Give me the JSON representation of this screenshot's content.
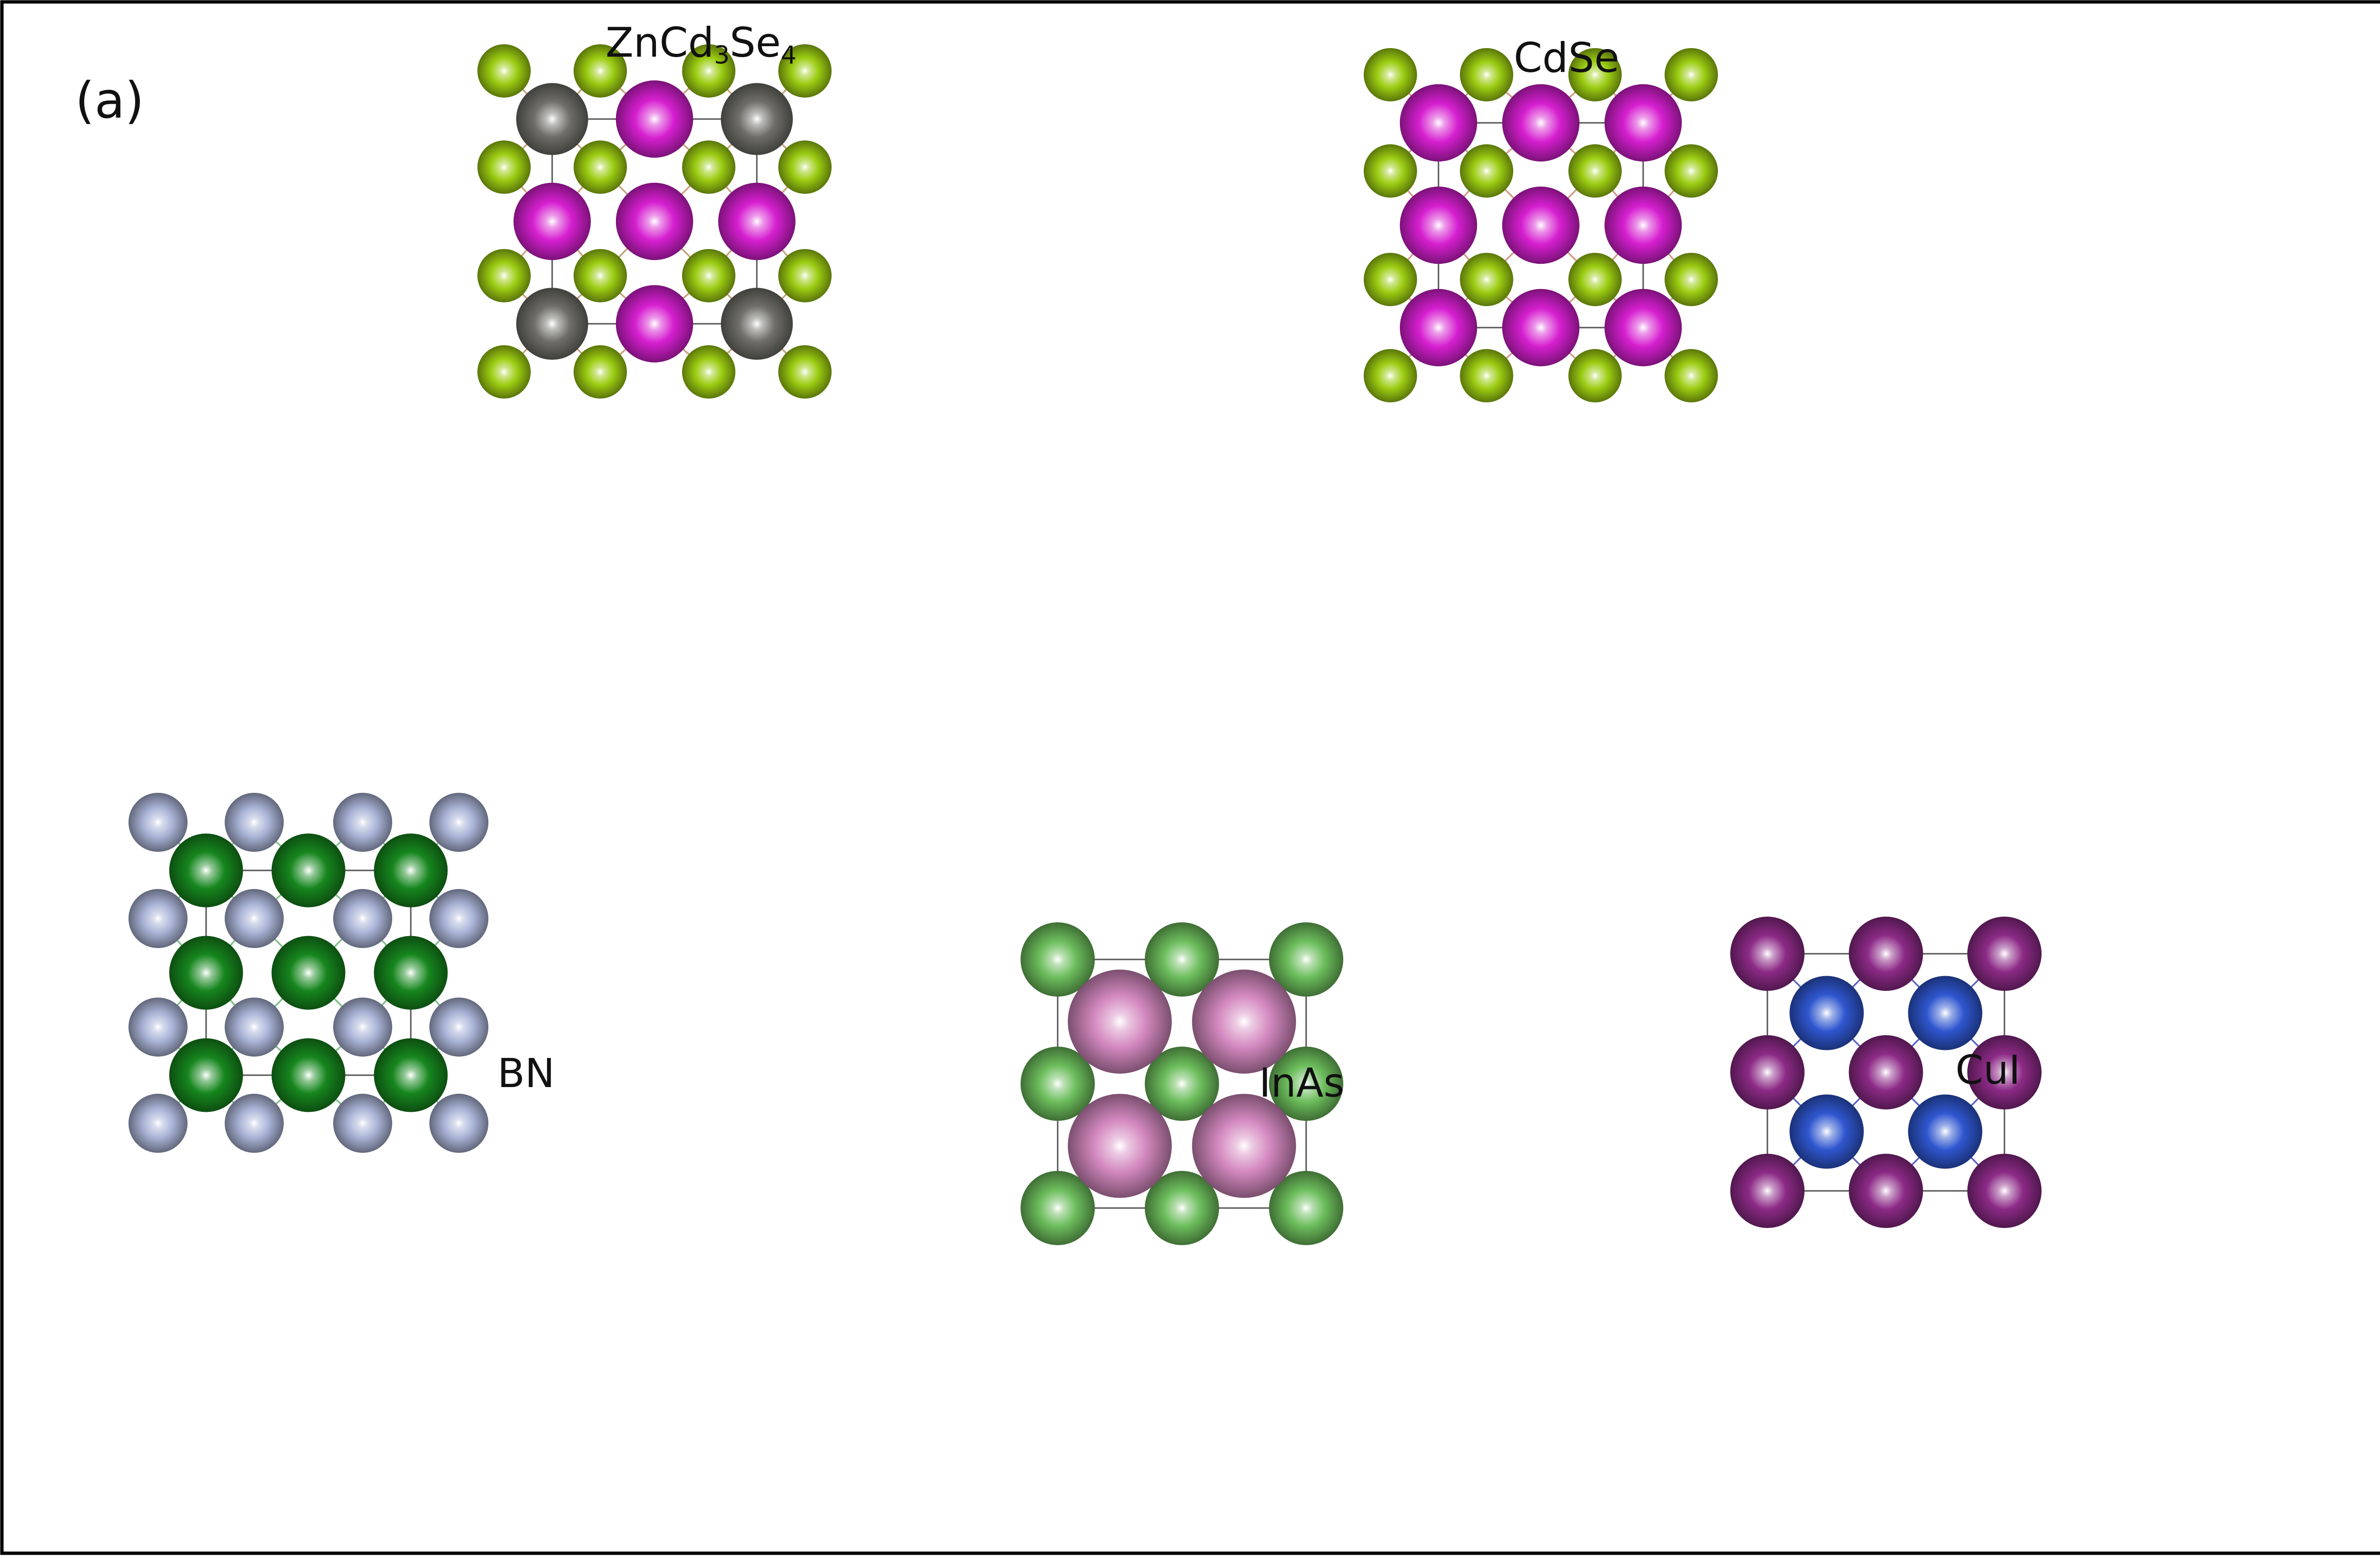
{
  "panel_label": "(a)",
  "structures": [
    {
      "label_parts": [
        "ZnCd",
        "3",
        "Se",
        "4"
      ],
      "grid": 5,
      "cage": [
        1,
        3
      ],
      "bond_color": "#c9a07a",
      "atoms": [
        {
          "type": "anion",
          "color": "#9ccc12",
          "size": 1.0
        },
        {
          "type": "cation",
          "color": "#d61fd0",
          "size": 1.45
        },
        {
          "type": "cation-zn",
          "color": "#6f6e68",
          "size": 1.35
        }
      ],
      "cation_pattern": "zn-corners"
    },
    {
      "label": "CdSe",
      "grid": 5,
      "cage": [
        1,
        3
      ],
      "bond_color": "#d39a8a",
      "atoms": [
        {
          "type": "anion",
          "color": "#9ccc12",
          "size": 1.0
        },
        {
          "type": "cation",
          "color": "#d61fd0",
          "size": 1.45
        }
      ],
      "cation_pattern": "all"
    },
    {
      "label": "BN",
      "grid": 5,
      "cage": [
        1,
        3
      ],
      "bond_color": "#7fbf8a",
      "atoms": [
        {
          "type": "anion",
          "color": "#a9b3d6",
          "size": 1.0
        },
        {
          "type": "cation",
          "color": "#16861e",
          "size": 1.25
        }
      ],
      "cation_pattern": "all"
    },
    {
      "label": "InAs",
      "grid": 3,
      "cage": [
        0,
        2
      ],
      "bond_color": "#b9c9a0",
      "atoms": [
        {
          "type": "anion",
          "color": "#6cbd5c",
          "size": 1.0
        },
        {
          "type": "cation",
          "color": "#d489c0",
          "size": 1.4
        }
      ],
      "cation_pattern": "half"
    },
    {
      "label": "CuI",
      "grid": 3,
      "cage": [
        0,
        2
      ],
      "bond_color": "#5a63c9",
      "atoms": [
        {
          "type": "anion",
          "color": "#8c2a86",
          "size": 1.0
        },
        {
          "type": "cation",
          "color": "#2f56cf",
          "size": 1.0
        }
      ],
      "cation_pattern": "half"
    }
  ]
}
